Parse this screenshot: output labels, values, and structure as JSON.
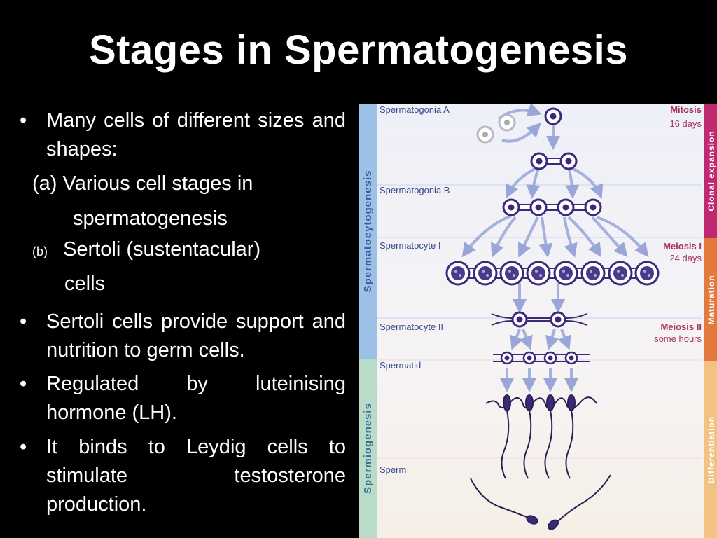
{
  "title": "Stages in Spermatogenesis",
  "bullets": {
    "b1": "Many cells of different sizes and shapes:",
    "a_marker": "(a)",
    "a_line1": "Various cell stages in",
    "a_line2": "spermatogenesis",
    "b_marker": "(b)",
    "b_line1": "Sertoli (sustentacular)",
    "b_line2": "cells",
    "b2": "Sertoli cells provide support and nutrition to germ cells.",
    "b3": "Regulated by luteinising hormone (LH).",
    "b4": "It binds to Leydig cells to stimulate testosterone production.",
    "bullet_glyph": "•"
  },
  "diagram": {
    "stages": {
      "spermatogonia_a": "Spermatogonia A",
      "spermatogonia_b": "Spermatogonia B",
      "spermatocyte_1": "Spermatocyte I",
      "spermatocyte_2": "Spermatocyte II",
      "spermatid": "Spermatid",
      "sperm": "Sperm"
    },
    "phases": {
      "mitosis": "Mitosis",
      "mitosis_time": "16 days",
      "meiosis1": "Meiosis I",
      "meiosis1_time": "24 days",
      "meiosis2": "Meiosis II",
      "meiosis2_time": "some hours"
    },
    "left_bands": {
      "spermatocytogenesis": "Spermatocytogenesis",
      "spermiogenesis": "Spermiogenesis"
    },
    "right_bands": {
      "clonal": "Clonal expansion",
      "maturation": "Maturation",
      "differentiation": "Differentiation"
    },
    "colors": {
      "cell": "#3b2a7a",
      "arrow": "#9aa6d8",
      "label_blue": "#3a4a8c",
      "phase_red": "#a8325a",
      "band_left_top": "#7fa8d8",
      "band_left_bottom": "#9fc8b0",
      "band_right_top": "#c02870",
      "band_right_mid": "#e07a40",
      "band_right_bottom": "#f0c080"
    }
  }
}
